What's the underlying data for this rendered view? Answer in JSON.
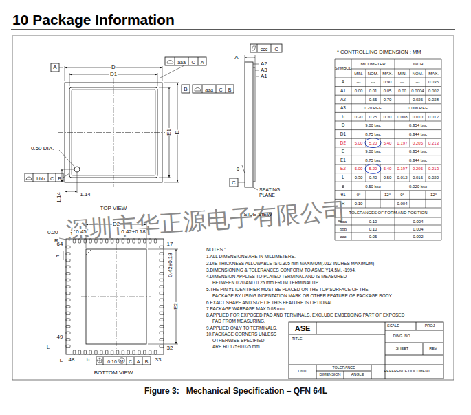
{
  "diagram": {
    "title": "10 Package Information",
    "caption": "Figure 3:   Mechanical Specification – QFN 64L",
    "labels": [
      "深圳市华正源电子有限公司",
      "A",
      "D",
      "D1",
      "aaa",
      "C",
      "A",
      "aaa",
      "C",
      "B",
      "B",
      "E1",
      "E",
      "0.50 DIA.",
      "bbb",
      "C",
      "B",
      "1.14",
      "1.14",
      "TOP VIEW",
      "ccc",
      "C",
      "A",
      "A2",
      "A3",
      "A1",
      "θ",
      "C",
      "SEATING PLANE",
      "SIDE VIEW",
      "D2",
      "0.45",
      "0.42±0.18",
      "0.20",
      "R",
      "e",
      "17",
      "64",
      "1",
      "0.42±0.18",
      "E2",
      "49",
      "48",
      "33",
      "32",
      "L",
      "L",
      "b",
      "0.10",
      "M",
      "C",
      "A",
      "B",
      "BOTTOM VIEW",
      "NOTES :",
      "1.ALL DIMENSIONS ARE IN MILLIMETERS.",
      "2.DIE THICKNESS ALLOWABLE IS 0.305 mm MAXIMUM(.012 INCHES MAXIMUM)",
      "3.DIMENSIONING & TOLERANCES CONFORM TO ASME Y14.5M. -1994.",
      "4.DIMENSION APPLIES TO PLATED TERMINAL AND IS MEASURED",
      "BETWEEN 0.20 AND 0.25 mm FROM TERMINALTIP.",
      "5.THE PIN #1 IDENTIFIER MUST BE PLACED ON THE TOP SURFACE OF THE",
      "PACKAGE BY USING INDENTATION MARK OR OTHER FEATURE OF PACKAGE BODY.",
      "6.EXACT SHAPE AND SIZE OF THIS FEATURE IS OPTIONAL.",
      "7.PACKAGE WARPAGE MAX 0.08 mm.",
      "8.APPLIED FOR EXPOSED PAD AND TERMINALS. EXCLUDE EMBEDDING PART OF EXPOSED",
      "PAD FROM MEASURING.",
      "9.APPLIED ONLY TO TERMINALS.",
      "10.PACKAGE CORNERS UNLESS",
      "OTHERWISE SPECIFIED",
      "ARE R0.175±0.025 mm.",
      "* CONTROLLING DIMENSION : MM",
      "SYMBOL",
      "MILLIMETER",
      "INCH",
      "MIN.",
      "NOM.",
      "MAX.",
      "MIN.",
      "NOM.",
      "MAX.",
      "A",
      "---",
      "---",
      "0.90",
      "---",
      "---",
      "0.035",
      "A1",
      "0.00",
      "0.01",
      "0.05",
      "0.00",
      "0.0004",
      "0.002",
      "A2",
      "---",
      "0.65",
      "0.70",
      "---",
      "0.026",
      "0.028",
      "A3",
      "0.20 REF.",
      "0.008 REF.",
      "b",
      "0.20",
      "0.25",
      "0.30",
      "0.008",
      "0.010",
      "0.012",
      "D",
      "9.00 bsc",
      "0.354 bsc",
      "D1",
      "8.75 bsc",
      "0.344 bsc",
      "D2",
      "5.00",
      "5.20",
      "5.40",
      "0.197",
      "0.205",
      "0.213",
      "E",
      "9.00 bsc",
      "0.354 bsc",
      "E1",
      "8.75 bsc",
      "0.344 bsc",
      "E2",
      "5.00",
      "5.20",
      "5.40",
      "0.197",
      "0.205",
      "0.213",
      "L",
      "0.30",
      "0.40",
      "0.50",
      "0.012",
      "0.016",
      "0.020",
      "e",
      "0.50 bsc",
      "0.020 bsc",
      "θ1",
      "0°",
      "---",
      "12°",
      "0°",
      "---",
      "12°",
      "R",
      "0.10",
      "---",
      "---",
      "0.004",
      "---",
      "---",
      "TOLERANCES OF FORM AND POSITION",
      "aaa",
      "0.10",
      "0.004",
      "bbb",
      "0.10",
      "0.004",
      "ccc",
      "0.05",
      "0.002",
      "ASE",
      "TITLE",
      "SCALE",
      "PROJ",
      "DWG. NO.",
      "SHEET",
      "REV",
      "UNIT",
      "TOLERANCE",
      "DIMENSION",
      "ANGLE",
      "REFERENCE DOCUMENT"
    ]
  }
}
